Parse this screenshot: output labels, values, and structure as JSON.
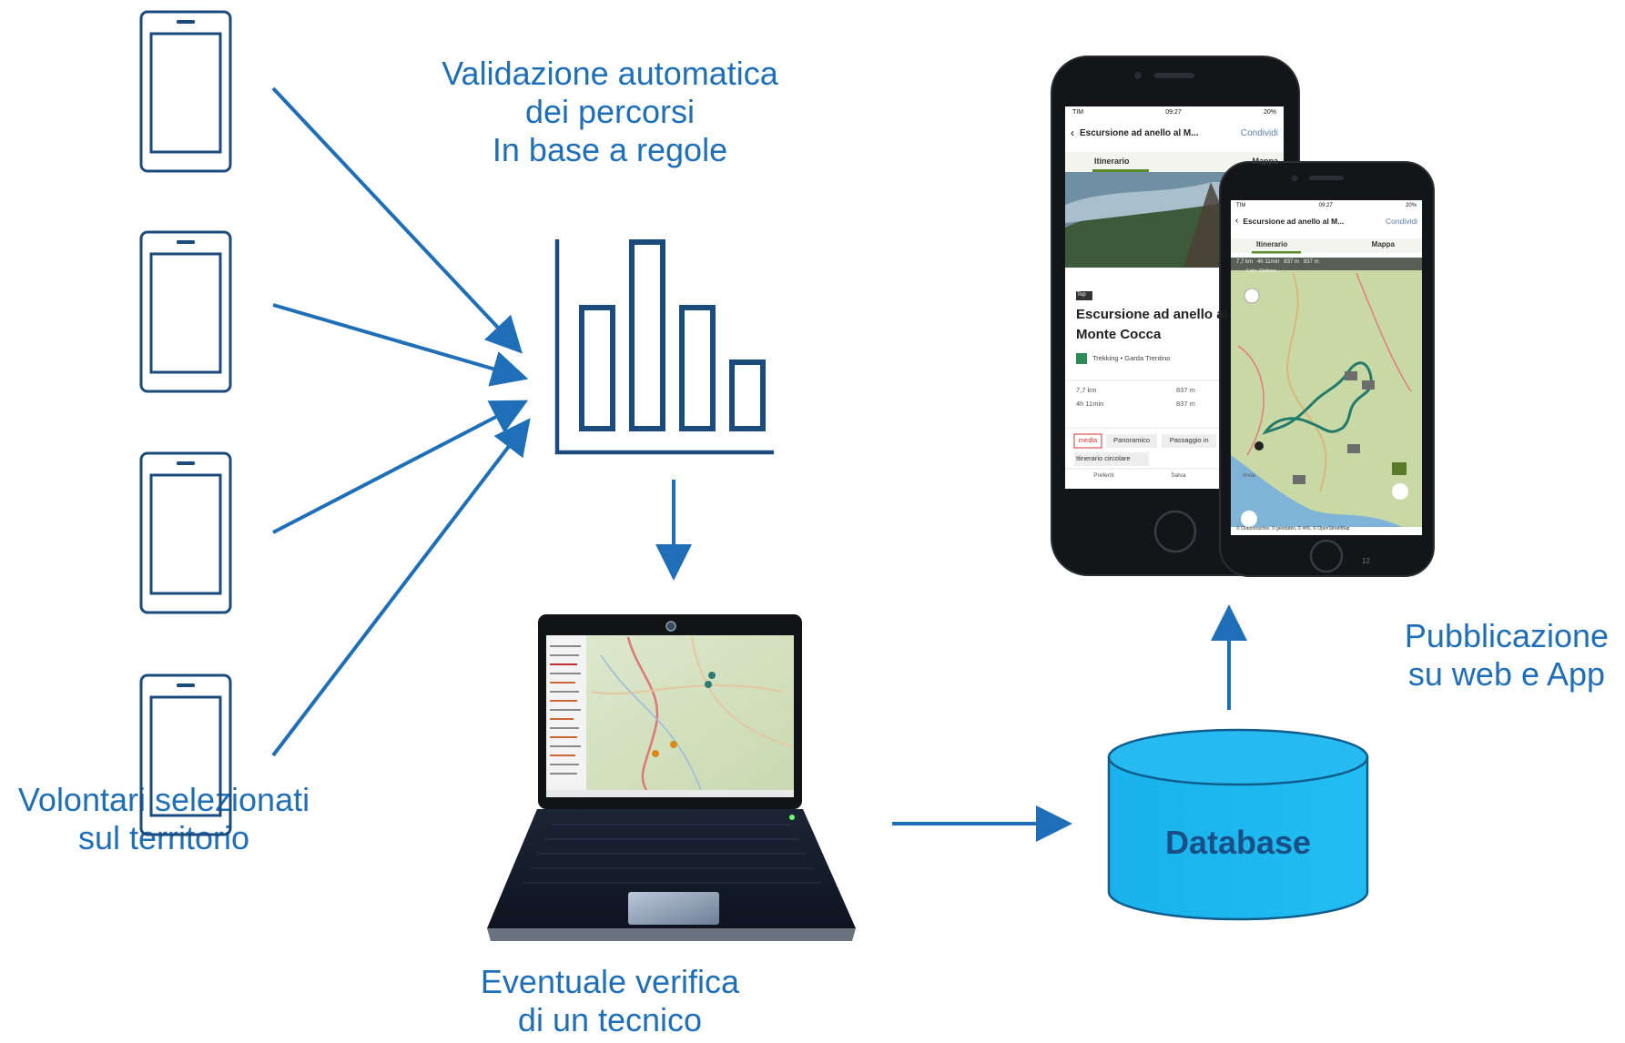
{
  "top_center_label": {
    "line1": "Validazione automatica",
    "line2": "dei percorsi",
    "line3": "In base a regole"
  },
  "left_label": {
    "line1": "Volontari selezionati",
    "line2": "sul territorio"
  },
  "bottom_center_label": {
    "line1": "Eventuale verifica",
    "line2": "di un tecnico"
  },
  "right_label": {
    "line1": "Pubblicazione",
    "line2": "su web e App"
  },
  "database_label": "Database",
  "colors": {
    "accent_blue": "#1f6fb8",
    "icon_navy": "#1b4b7c",
    "database_fill": "#19b2ec"
  },
  "phone_back": {
    "status_carrier": "TIM",
    "status_time": "09:27",
    "status_battery": "20%",
    "header_title": "Escursione ad anello al M...",
    "header_action": "Condividi",
    "tab_itinerario": "Itinerario",
    "tab_mappa": "Mappa",
    "photo_credit": "Foto: Stefano",
    "badge_top": "Top",
    "route_title_line1": "Escursione ad anello al",
    "route_title_line2": "Monte Cocca",
    "route_category": "Trekking • Garda Trentino",
    "stat_distance": "7,7 km",
    "stat_ascent": "837 m",
    "stat_time": "4h 11min",
    "stat_descent": "837 m",
    "tag_media": "media",
    "tag_panoramico": "Panoramico",
    "tag_passaggio": "Passaggio in",
    "tag_circolare": "Itinerario circolare",
    "nav_preferiti": "Preferiti",
    "nav_salva": "Salva",
    "nav_invia": "Invia"
  },
  "phone_front": {
    "status_carrier": "TIM",
    "status_time": "09:27",
    "status_battery": "20%",
    "header_title": "Escursione ad anello al M...",
    "header_action": "Condividi",
    "tab_itinerario": "Itinerario",
    "tab_mappa": "Mappa",
    "stats_bar": "7,7 km   4h 11min   837 m   837 m",
    "map_attribution": "© Outdooractive, © geodaten, © 4t%, © OpenStreetMap",
    "page_number": "12"
  }
}
